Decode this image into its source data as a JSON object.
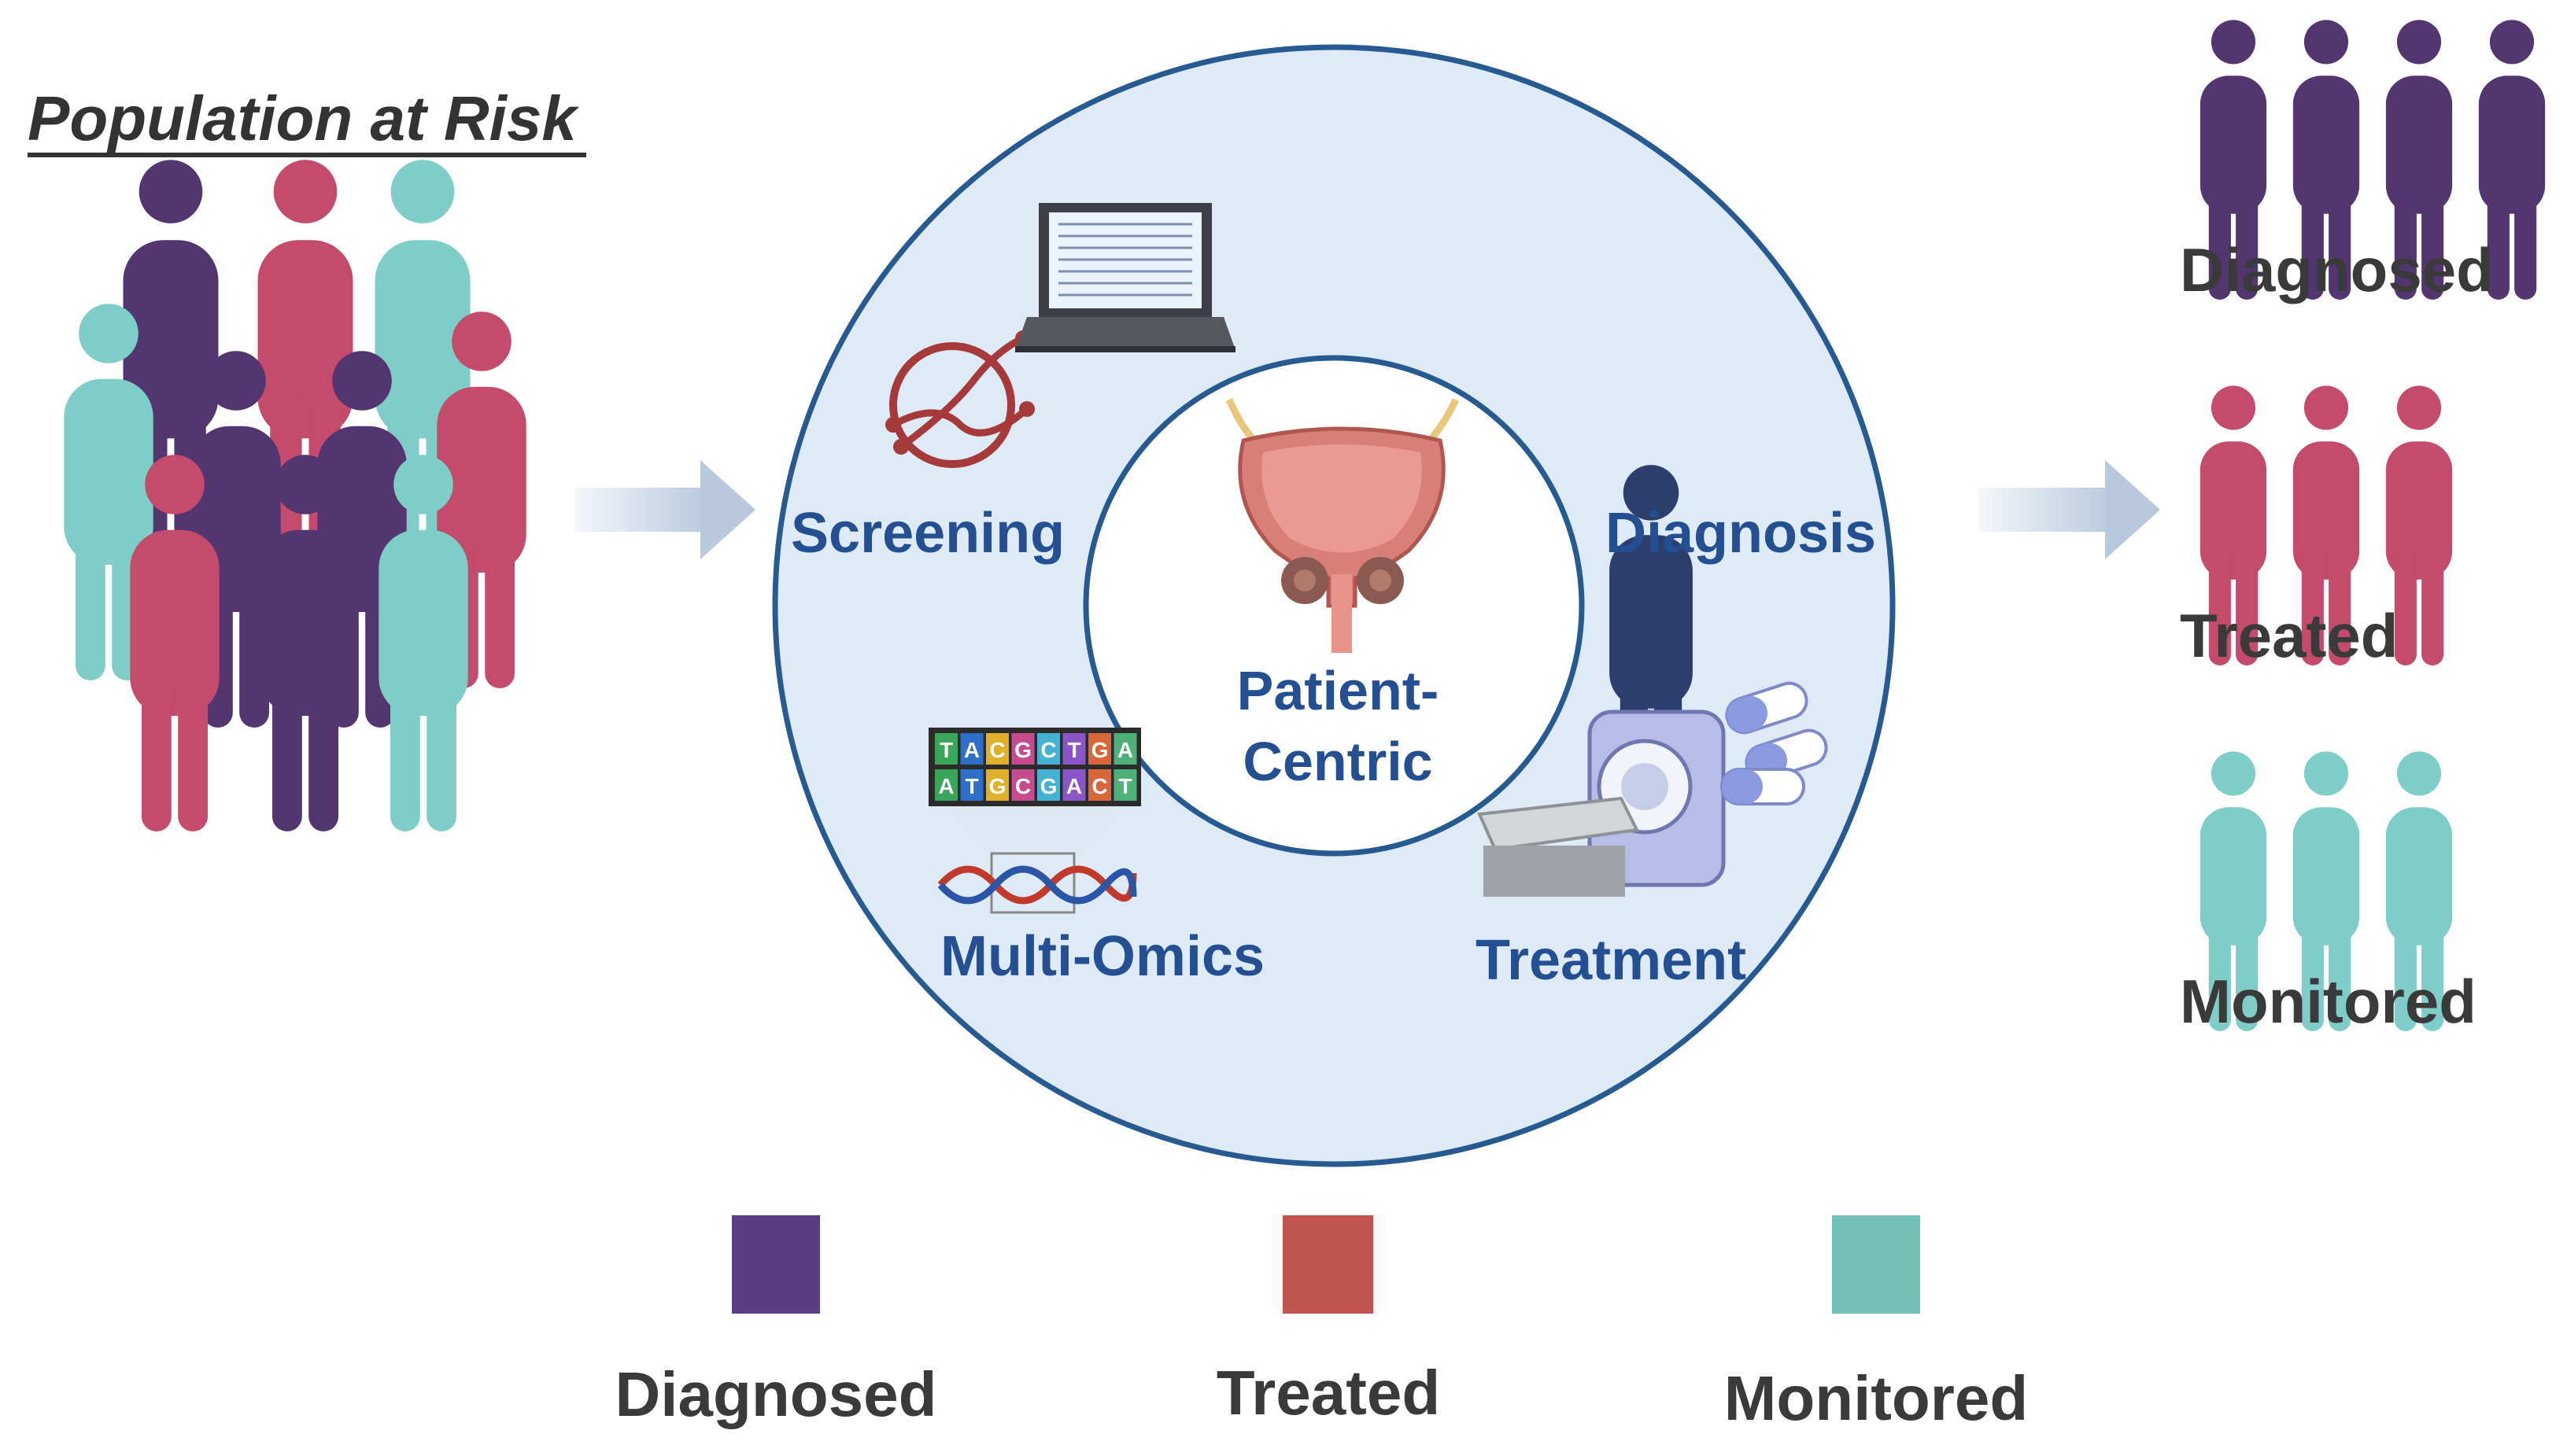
{
  "title": "Population at Risk",
  "center": {
    "line1": "Patient-",
    "line2": "Centric"
  },
  "stages": {
    "screening": "Screening",
    "diagnosis": "Diagnosis",
    "multi_omics": "Multi-Omics",
    "treatment": "Treatment"
  },
  "genome_letters": {
    "top": [
      "T",
      "A",
      "C",
      "G",
      "C",
      "T",
      "G",
      "A"
    ],
    "bottom": [
      "A",
      "T",
      "G",
      "C",
      "G",
      "A",
      "C",
      "T"
    ]
  },
  "outcomes": [
    {
      "label": "Diagnosed",
      "count": 4
    },
    {
      "label": "Treated",
      "count": 3
    },
    {
      "label": "Monitored",
      "count": 3
    }
  ],
  "legend": [
    {
      "label": "Diagnosed",
      "color": "#5a3e84"
    },
    {
      "label": "Treated",
      "color": "#c25450"
    },
    {
      "label": "Monitored",
      "color": "#73c0b7"
    }
  ],
  "colors": {
    "purple": "#53356f",
    "pink": "#c44b6b",
    "teal": "#7ecdc8",
    "navy": "#2c3e6e",
    "stage_text": "#245093",
    "outcome_text": "#3a3a3a",
    "circle_fill": "#deebf7",
    "circle_stroke": "#275a91"
  }
}
